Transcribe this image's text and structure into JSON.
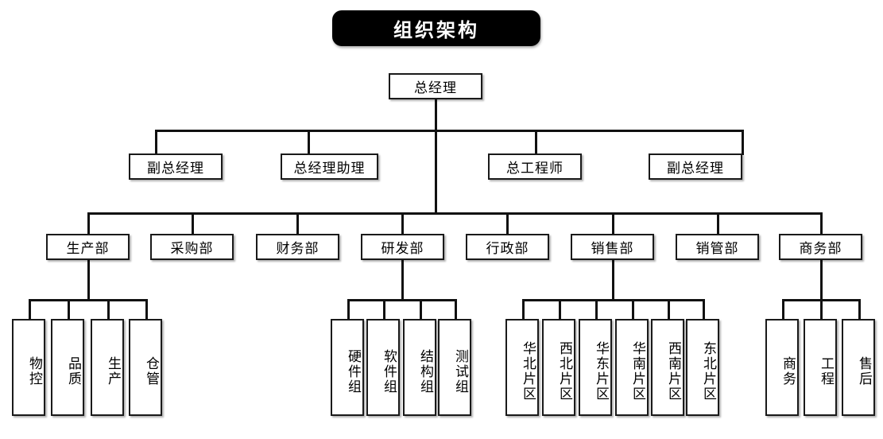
{
  "title": {
    "text": "组织架构",
    "bg": "#000000",
    "fg": "#ffffff"
  },
  "colors": {
    "line": "#111111",
    "box_border": "#1a1a1a",
    "box_fill": "#ffffff",
    "text": "#000000",
    "page_bg": "#ffffff"
  },
  "chart_data": {
    "type": "diagram",
    "diagram_kind": "organization-chart",
    "title": "组织架构",
    "orientation": "top-down",
    "levels": 4,
    "nodes": [
      {
        "id": "gm",
        "label": "总经理",
        "level": 1,
        "parent": null
      },
      {
        "id": "dgm1",
        "label": "副总经理",
        "level": 2,
        "parent": "gm"
      },
      {
        "id": "gma",
        "label": "总经理助理",
        "level": 2,
        "parent": "gm"
      },
      {
        "id": "ce",
        "label": "总工程师",
        "level": 2,
        "parent": "gm"
      },
      {
        "id": "dgm2",
        "label": "副总经理",
        "level": 2,
        "parent": "gm"
      },
      {
        "id": "prod",
        "label": "生产部",
        "level": 3,
        "parent": "gm"
      },
      {
        "id": "purch",
        "label": "采购部",
        "level": 3,
        "parent": "gm"
      },
      {
        "id": "fin",
        "label": "财务部",
        "level": 3,
        "parent": "gm"
      },
      {
        "id": "rd",
        "label": "研发部",
        "level": 3,
        "parent": "gm"
      },
      {
        "id": "admin",
        "label": "行政部",
        "level": 3,
        "parent": "gm"
      },
      {
        "id": "sales",
        "label": "销售部",
        "level": 3,
        "parent": "gm"
      },
      {
        "id": "salesmgmt",
        "label": "销管部",
        "level": 3,
        "parent": "gm"
      },
      {
        "id": "biz",
        "label": "商务部",
        "level": 3,
        "parent": "gm"
      },
      {
        "id": "prod1",
        "label": "物控",
        "level": 4,
        "parent": "prod"
      },
      {
        "id": "prod2",
        "label": "品质",
        "level": 4,
        "parent": "prod"
      },
      {
        "id": "prod3",
        "label": "生产",
        "level": 4,
        "parent": "prod"
      },
      {
        "id": "prod4",
        "label": "仓管",
        "level": 4,
        "parent": "prod"
      },
      {
        "id": "rd1",
        "label": "硬件组",
        "level": 4,
        "parent": "rd"
      },
      {
        "id": "rd2",
        "label": "软件组",
        "level": 4,
        "parent": "rd"
      },
      {
        "id": "rd3",
        "label": "结构组",
        "level": 4,
        "parent": "rd"
      },
      {
        "id": "rd4",
        "label": "测试组",
        "level": 4,
        "parent": "rd"
      },
      {
        "id": "s1",
        "label": "华北片区",
        "level": 4,
        "parent": "sales"
      },
      {
        "id": "s2",
        "label": "西北片区",
        "level": 4,
        "parent": "sales"
      },
      {
        "id": "s3",
        "label": "华东片区",
        "level": 4,
        "parent": "sales"
      },
      {
        "id": "s4",
        "label": "华南片区",
        "level": 4,
        "parent": "sales"
      },
      {
        "id": "s5",
        "label": "西南片区",
        "level": 4,
        "parent": "sales"
      },
      {
        "id": "s6",
        "label": "东北片区",
        "level": 4,
        "parent": "sales"
      },
      {
        "id": "b1",
        "label": "商务",
        "level": 4,
        "parent": "biz"
      },
      {
        "id": "b2",
        "label": "工程",
        "level": 4,
        "parent": "biz"
      },
      {
        "id": "b3",
        "label": "售后",
        "level": 4,
        "parent": "biz"
      }
    ]
  },
  "nodes": {
    "gm": "总经理",
    "dgm1": "副总经理",
    "gma": "总经理助理",
    "ce": "总工程师",
    "dgm2": "副总经理",
    "prod": "生产部",
    "purch": "采购部",
    "fin": "财务部",
    "rd": "研发部",
    "admin": "行政部",
    "sales": "销售部",
    "salesmgmt": "销管部",
    "biz": "商务部",
    "prod1": "物控",
    "prod2": "品质",
    "prod3": "生产",
    "prod4": "仓管",
    "rd1": "硬件组",
    "rd2": "软件组",
    "rd3": "结构组",
    "rd4": "测试组",
    "s1": "华北片区",
    "s2": "西北片区",
    "s3": "华东片区",
    "s4": "华南片区",
    "s5": "西南片区",
    "s6": "东北片区",
    "b1": "商务",
    "b2": "工程",
    "b3": "售后"
  }
}
